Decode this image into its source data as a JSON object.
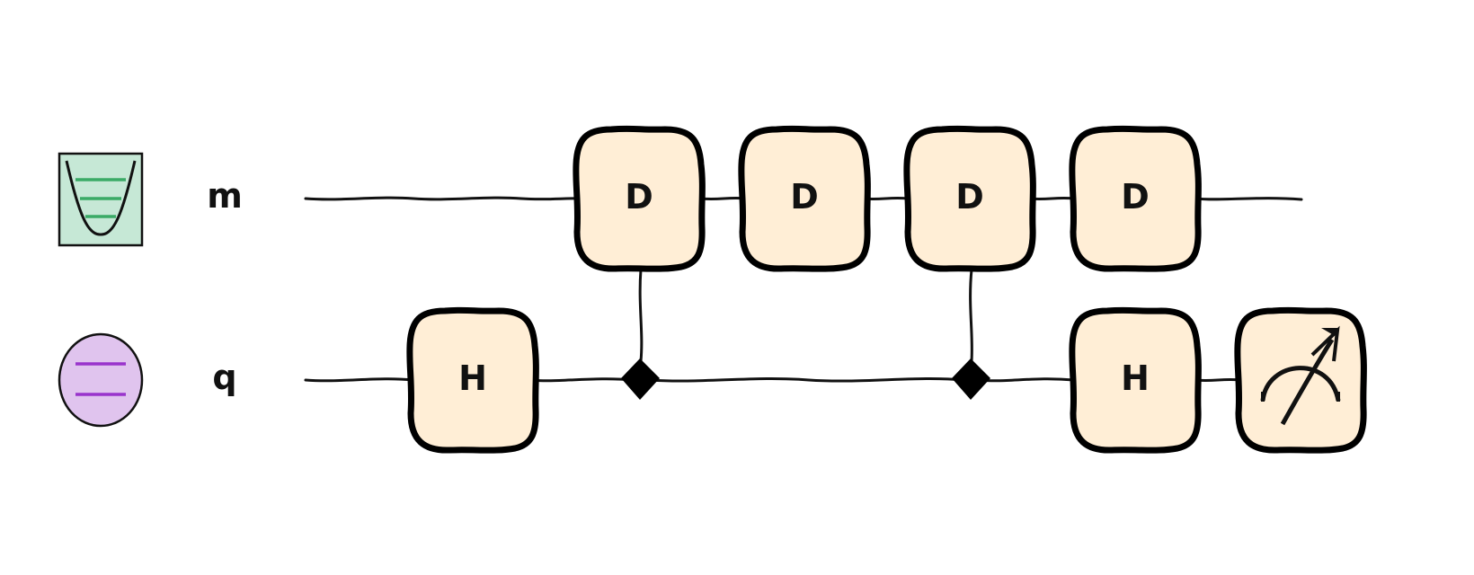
{
  "registers": [
    {
      "id": "mode",
      "label": "m",
      "icon": "harmonic-oscillator-icon",
      "icon_fill": "#c6e8d6",
      "icon_line": "#3aaa66"
    },
    {
      "id": "qubit",
      "label": "q",
      "icon": "qubit-icon",
      "icon_fill": "#e0c4ee",
      "icon_line": "#9933cc"
    }
  ],
  "gates": [
    {
      "name": "gate-h-q-1",
      "label": "H",
      "register": "q"
    },
    {
      "name": "gate-d-m-1",
      "label": "D",
      "register": "m"
    },
    {
      "name": "gate-d-m-2",
      "label": "D",
      "register": "m"
    },
    {
      "name": "gate-d-m-3",
      "label": "D",
      "register": "m"
    },
    {
      "name": "gate-d-m-4",
      "label": "D",
      "register": "m"
    },
    {
      "name": "gate-h-q-2",
      "label": "H",
      "register": "q"
    },
    {
      "name": "measure-q",
      "label": "",
      "register": "q",
      "icon": "meter-icon"
    }
  ],
  "controls": [
    {
      "name": "control-1",
      "from": "q",
      "to": "m",
      "shape": "diamond"
    },
    {
      "name": "control-2",
      "from": "q",
      "to": "m",
      "shape": "diamond"
    }
  ],
  "colors": {
    "gate_fill": "#ffeed6",
    "gate_stroke": "#000000",
    "wire": "#111111"
  }
}
